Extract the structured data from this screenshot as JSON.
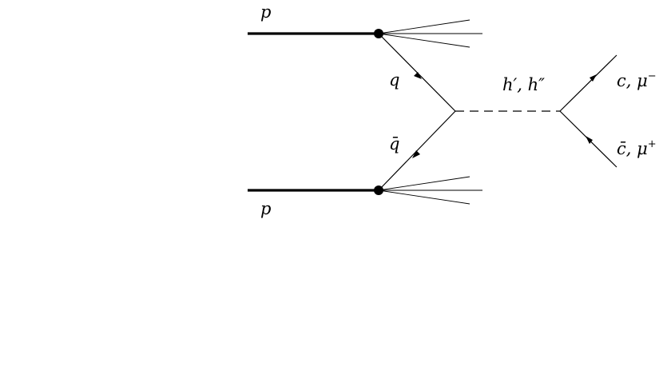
{
  "diagram": {
    "labels": {
      "proton_top": "p",
      "proton_bottom": "p",
      "quark": "q",
      "antiquark": "q̄",
      "mediator": "h′, h″",
      "out_top_main": "c, μ",
      "out_top_sup": "−",
      "out_bottom_main": "c̄, μ",
      "out_bottom_sup": "+"
    }
  }
}
